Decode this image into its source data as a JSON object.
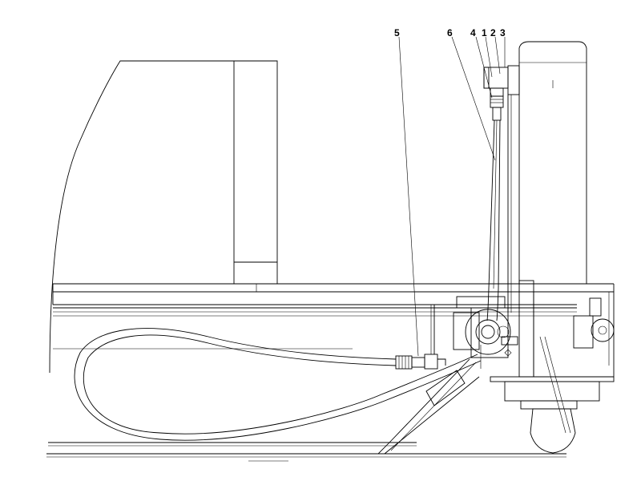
{
  "callouts": [
    {
      "id": "5",
      "label": "5"
    },
    {
      "id": "6",
      "label": "6"
    },
    {
      "id": "4",
      "label": "4"
    },
    {
      "id": "1",
      "label": "1"
    },
    {
      "id": "2",
      "label": "2"
    },
    {
      "id": "3",
      "label": "3"
    }
  ],
  "colors": {
    "line": "#000000",
    "background": "#ffffff"
  }
}
